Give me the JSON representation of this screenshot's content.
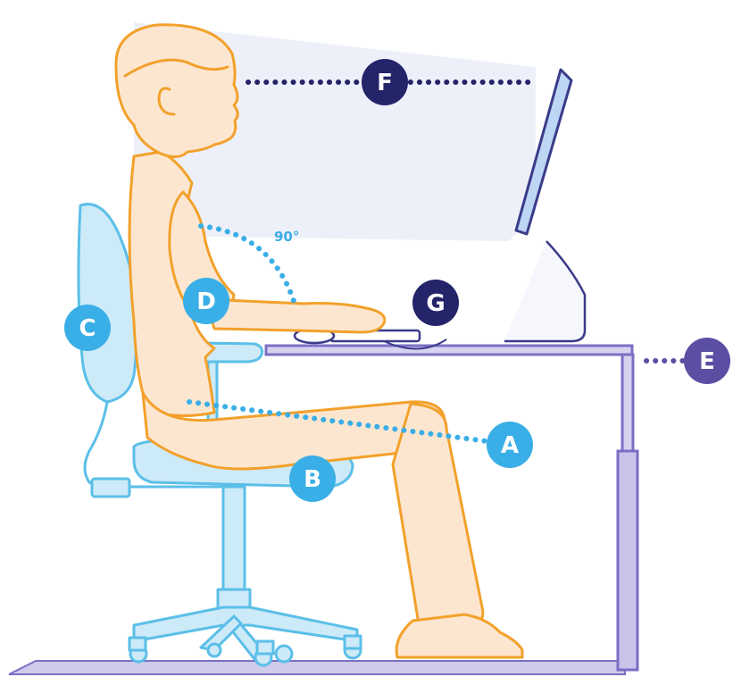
{
  "labels": {
    "a": "A",
    "b": "B",
    "c": "C",
    "d": "D",
    "e": "E",
    "f": "F",
    "g": "G"
  },
  "angle_label": "90°",
  "colors": {
    "person_outline": "#f2a12b",
    "person_fill": "#fde6d0",
    "chair_outline": "#5bbfe8",
    "chair_fill": "#cdeaf8",
    "badge_light": "#3aaee6",
    "badge_dark": "#24246a",
    "badge_purple": "#5a4fa3",
    "desk_outline": "#7b6fc4",
    "desk_fill": "#d7d2f0",
    "monitor_screen": "#bcd6f3",
    "monitor_outline": "#3b3b8a",
    "sightline": "#ecedf8"
  }
}
